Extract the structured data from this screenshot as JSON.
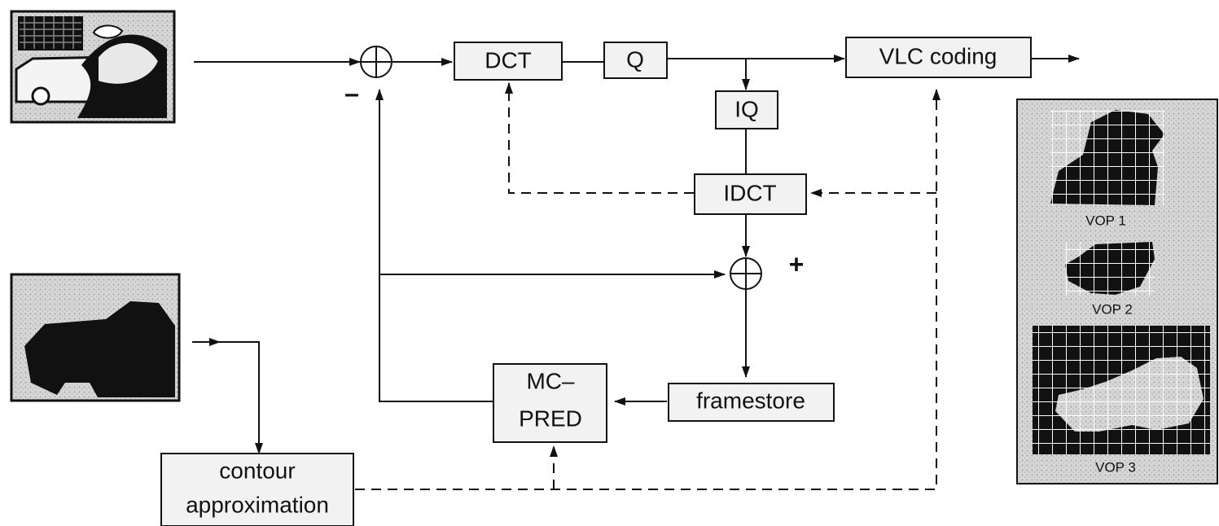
{
  "blocks": {
    "dct": "DCT",
    "q": "Q",
    "vlc": "VLC coding",
    "iq": "IQ",
    "idct": "IDCT",
    "mc_pred_line1": "MC–",
    "mc_pred_line2": "PRED",
    "framestore": "framestore",
    "contour_line1": "contour",
    "contour_line2": "approximation"
  },
  "signs": {
    "minus": "–",
    "plus": "+"
  },
  "vops": {
    "vop1": "VOP 1",
    "vop2": "VOP 2",
    "vop3": "VOP 3"
  },
  "colors": {
    "ink": "#111111",
    "box_fill": "#f2f2f2",
    "photo_fill": "#d4d4d4"
  }
}
